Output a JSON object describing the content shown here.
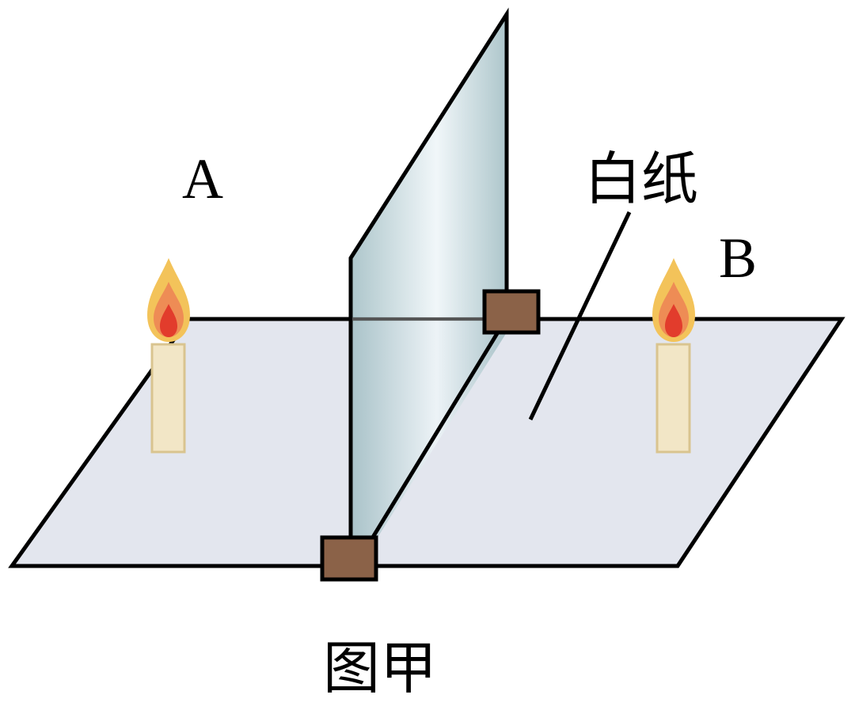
{
  "labels": {
    "candle_a": "A",
    "candle_b": "B",
    "paper": "白纸",
    "caption": "图甲"
  },
  "colors": {
    "paper_fill": "#e3e6ee",
    "glass_light": "#eef5f8",
    "glass_dark": "#9fbcc2",
    "clamp_fill": "#8b6248",
    "candle_body": "#f2e6c6",
    "candle_edge": "#d9c48f",
    "flame_outer": "#f3c35a",
    "flame_mid": "#ee8c55",
    "flame_inner": "#e23c2c",
    "outline": "#000000"
  }
}
